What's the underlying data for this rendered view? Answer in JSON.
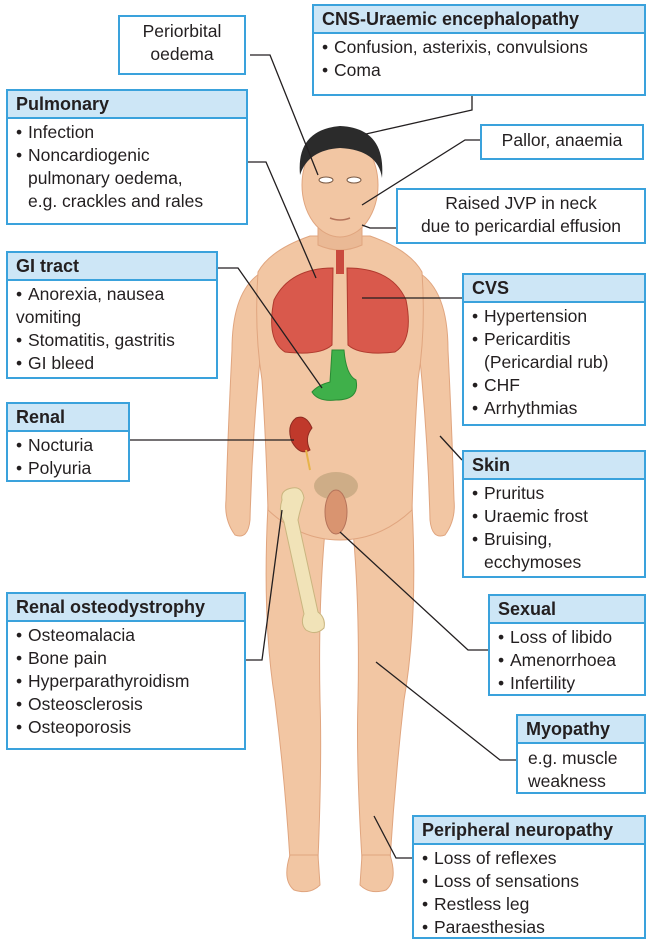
{
  "callouts": {
    "periorbital": {
      "lines": [
        "Periorbital",
        "oedema"
      ]
    },
    "cns": {
      "title": "CNS-Uraemic encephalopathy",
      "items": [
        "Confusion, asterixis, convulsions",
        "Coma"
      ]
    },
    "pulmonary": {
      "title": "Pulmonary",
      "items": [
        "Infection",
        "Noncardiogenic"
      ],
      "continuation": [
        "pulmonary oedema,",
        "e.g. crackles and rales"
      ]
    },
    "pallor": {
      "lines": [
        "Pallor, anaemia"
      ]
    },
    "jvp": {
      "lines": [
        "Raised JVP in neck",
        "due to pericardial effusion"
      ]
    },
    "gi": {
      "title": "GI tract",
      "items": [
        "Anorexia, nausea",
        "Stomatitis, gastritis",
        "GI bleed"
      ],
      "continuation": [
        "vomiting"
      ]
    },
    "cvs": {
      "title": "CVS",
      "items": [
        "Hypertension",
        "Pericarditis",
        "CHF",
        "Arrhythmias"
      ],
      "continuation": [
        "(Pericardial rub)"
      ]
    },
    "renal": {
      "title": "Renal",
      "items": [
        "Nocturia",
        "Polyuria"
      ]
    },
    "skin": {
      "title": "Skin",
      "items": [
        "Pruritus",
        "Uraemic frost",
        "Bruising,"
      ],
      "continuation": [
        "ecchymoses"
      ]
    },
    "osteo": {
      "title": "Renal osteodystrophy",
      "items": [
        "Osteomalacia",
        "Bone pain",
        "Hyperparathyroidism",
        "Osteosclerosis",
        "Osteoporosis"
      ]
    },
    "sexual": {
      "title": "Sexual",
      "items": [
        "Loss of libido",
        "Amenorrhoea",
        "Infertility"
      ]
    },
    "myopathy": {
      "title": "Myopathy",
      "lines": [
        "e.g. muscle",
        "weakness"
      ]
    },
    "neuro": {
      "title": "Peripheral neuropathy",
      "items": [
        "Loss of reflexes",
        "Loss of sensations",
        "Restless leg",
        "Paraesthesias"
      ]
    }
  },
  "colors": {
    "border": "#3aa2dc",
    "header": "#cde6f6",
    "skin": "#f2c6a3",
    "skin_shade": "#e0a57f",
    "hair": "#2b2b2b",
    "lungs": "#d9594c",
    "stomach": "#3fb04a",
    "kidney": "#c0392b",
    "bone": "#f1e3b8",
    "leader": "#231f20"
  }
}
